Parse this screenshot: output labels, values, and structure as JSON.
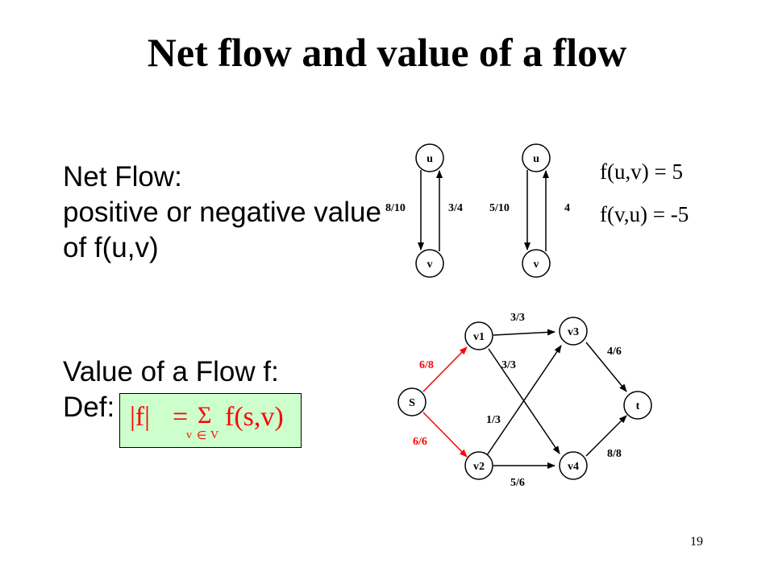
{
  "title": "Net flow and value of a flow",
  "net_flow": {
    "heading": "Net Flow:",
    "line2": "positive or negative value",
    "line3": "of f(u,v)"
  },
  "value_flow": {
    "heading": "Value of a Flow f:",
    "def": "Def:"
  },
  "formula": {
    "lhs": "|f|",
    "eq": "=",
    "sigma": "Σ",
    "rhs": "f(s,v)",
    "sub_v": "v",
    "sub_in": "∈",
    "sub_V": "V"
  },
  "equations": {
    "fuv": "f(u,v) = 5",
    "fvu": "f(v,u) = -5"
  },
  "pair1": {
    "top": "u",
    "bottom": "v",
    "left_label": "8/10",
    "right_label": "3/4"
  },
  "pair2": {
    "top": "u",
    "bottom": "v",
    "left_label": "5/10",
    "right_label": "4"
  },
  "network": {
    "nodes": {
      "s": "S",
      "v1": "v1",
      "v2": "v2",
      "v3": "v3",
      "v4": "v4",
      "t": "t"
    },
    "edges": {
      "s_v1": "6/8",
      "s_v2": "6/6",
      "v1_v3": "3/3",
      "v1_v4": "3/3",
      "v2_v3": "1/3",
      "v2_v4": "5/6",
      "v3_t": "4/6",
      "v4_t": "8/8"
    }
  },
  "colors": {
    "highlight": "#ff0000",
    "formula_bg": "#ccffcc"
  },
  "page_number": "19"
}
